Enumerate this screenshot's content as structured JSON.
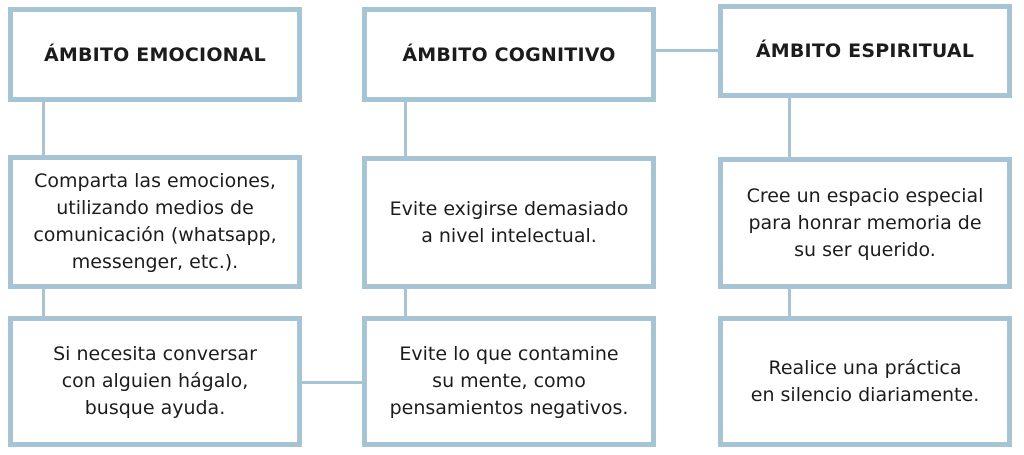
{
  "colors": {
    "border": "#a7c4d4",
    "text": "#1c1c1c",
    "background": "#ffffff"
  },
  "columns": [
    {
      "header": "ÁMBITO EMOCIONAL",
      "items": [
        "Comparta las emociones,\nutilizando medios de\ncomunicación (whatsapp,\nmessenger, etc.).",
        "Si necesita conversar\ncon alguien hágalo,\nbusque ayuda."
      ]
    },
    {
      "header": "ÁMBITO COGNITIVO",
      "items": [
        "Evite exigirse demasiado\na nivel intelectual.",
        "Evite lo que contamine\nsu mente, como\npensamientos negativos."
      ]
    },
    {
      "header": "ÁMBITO ESPIRITUAL",
      "items": [
        "Cree un espacio especial\npara honrar memoria de\nsu ser querido.",
        "Realice una práctica\nen silencio diariamente."
      ]
    }
  ]
}
